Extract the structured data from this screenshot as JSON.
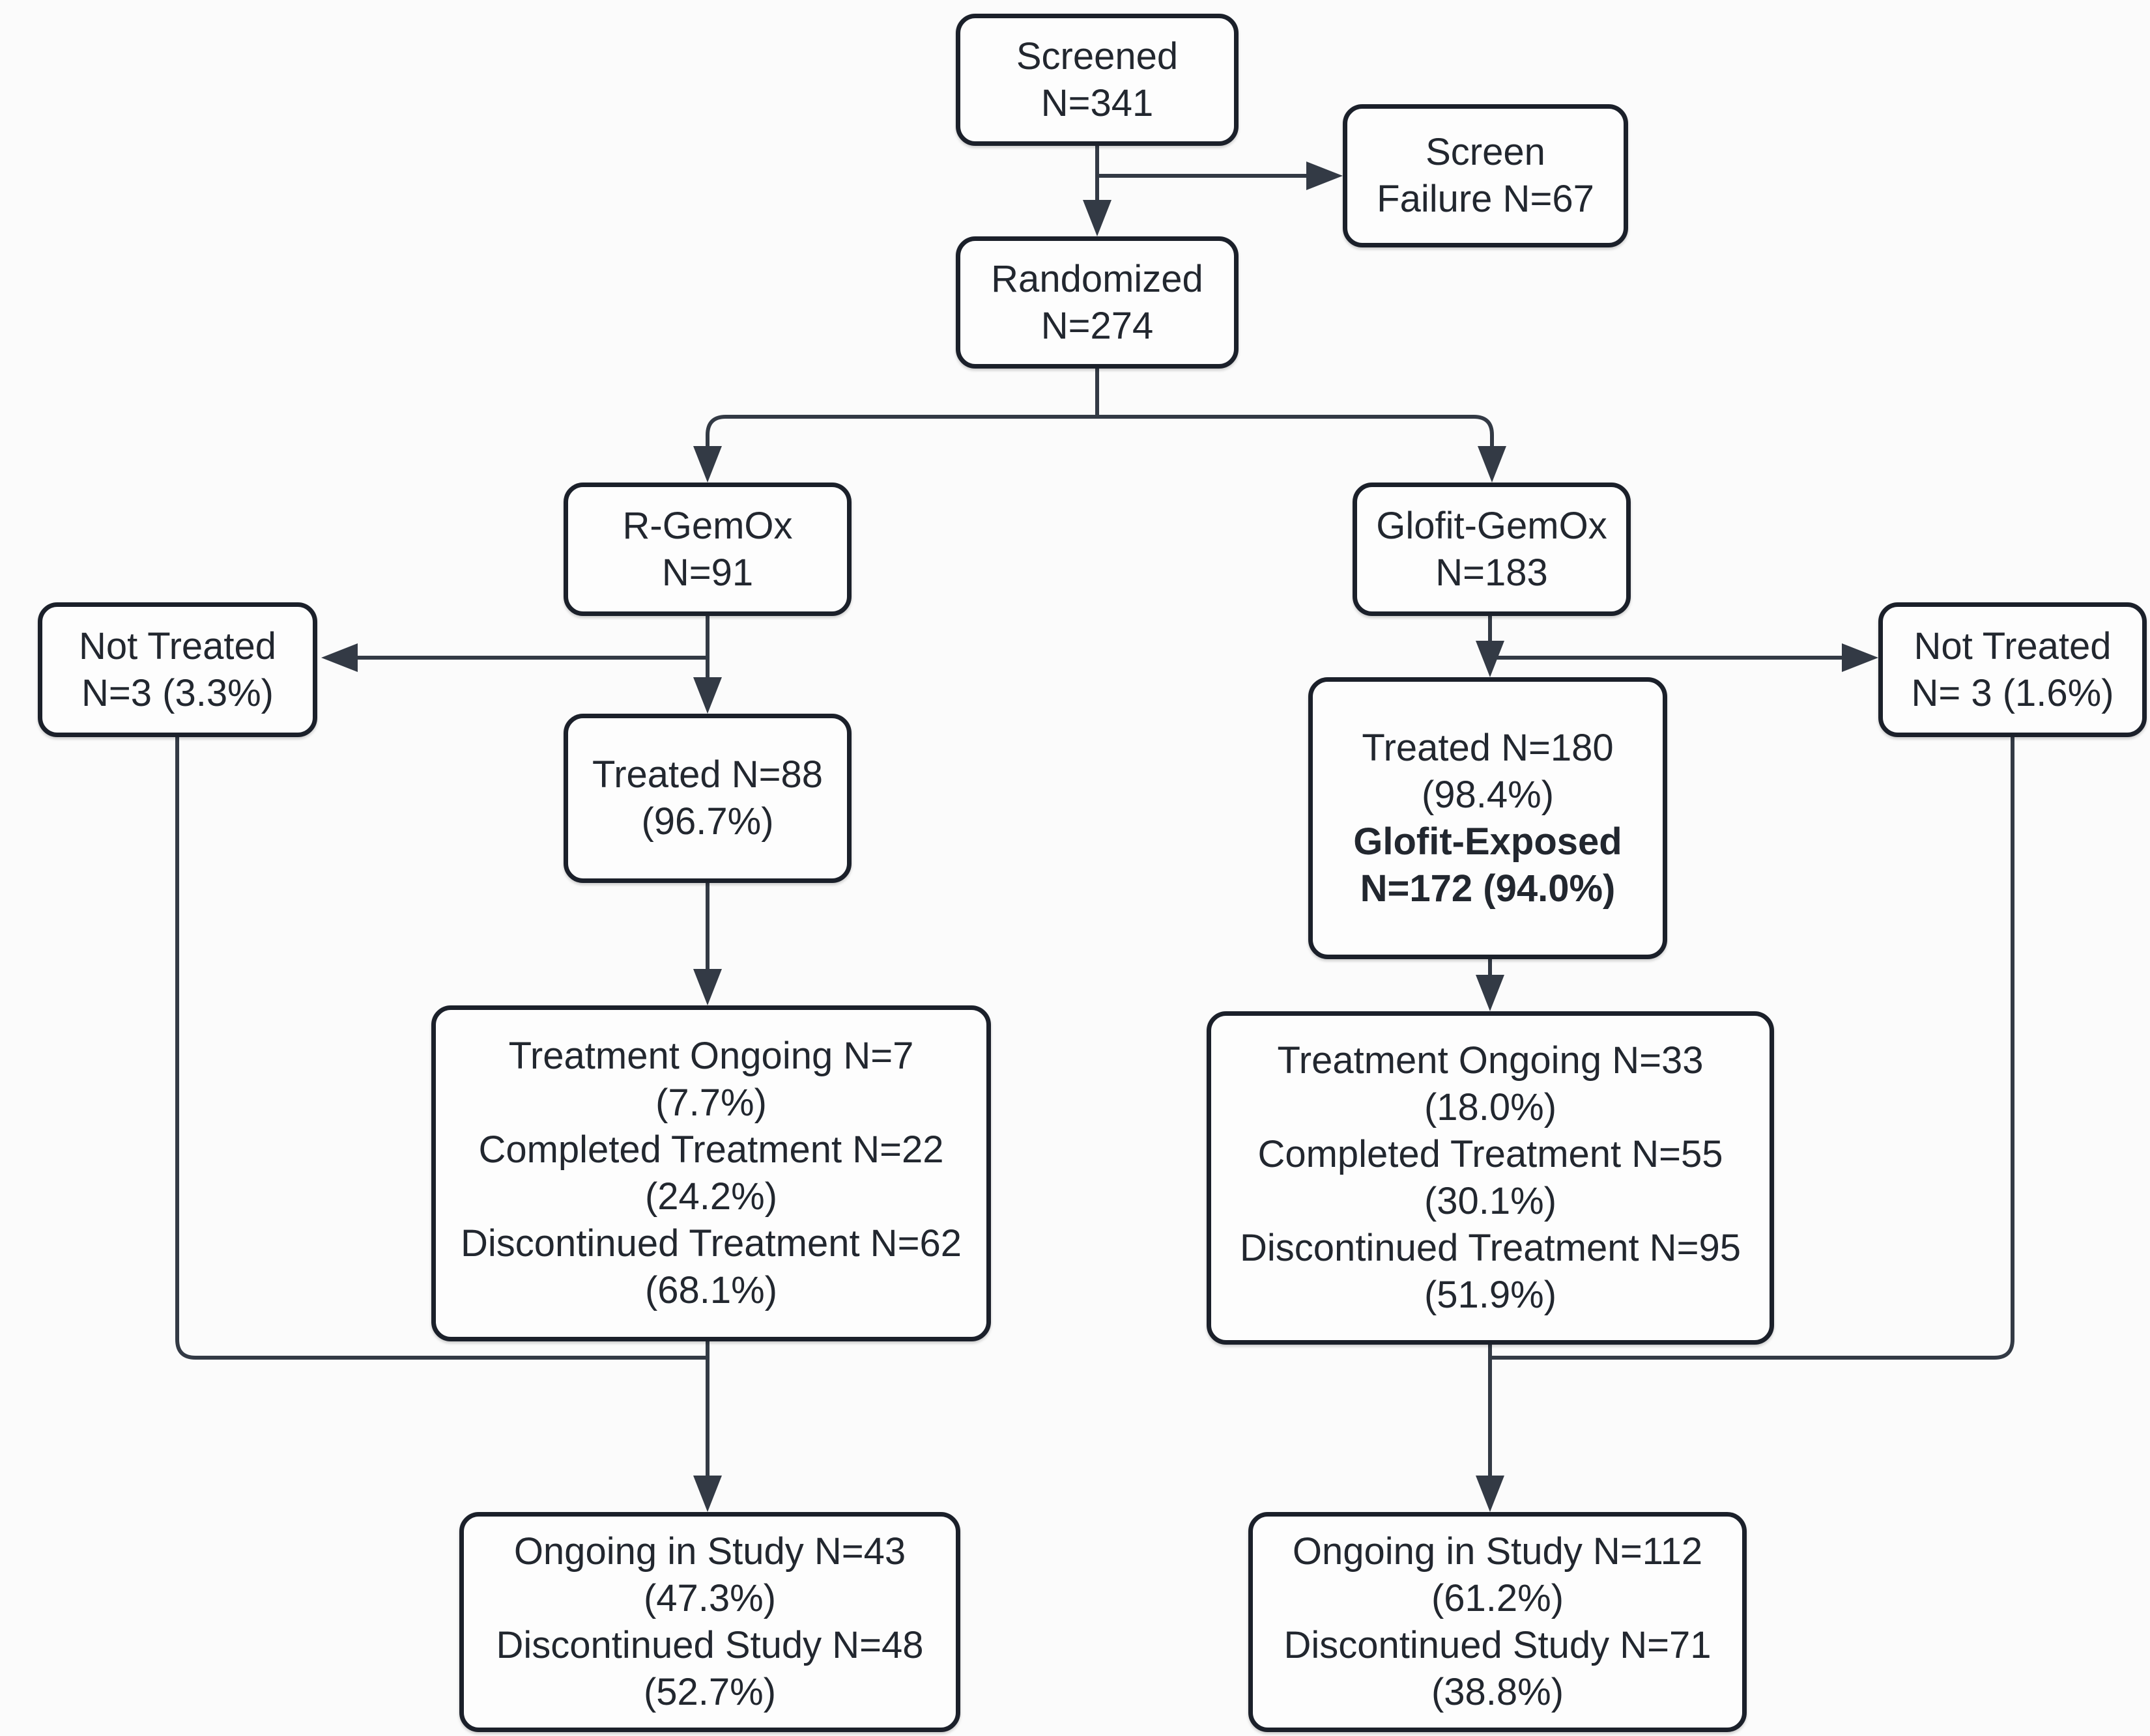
{
  "diagram": {
    "type": "consort-flowchart",
    "colors": {
      "background": "#fbfbfb",
      "box_fill": "#fdfdfd",
      "box_border": "#1b202a",
      "connector_line": "#333a45",
      "text": "#22272f"
    },
    "boxes": {
      "screened": {
        "lines": [
          "Screened",
          "N=341"
        ]
      },
      "screen_failure": {
        "lines": [
          "Screen",
          "Failure N=67"
        ]
      },
      "randomized": {
        "lines": [
          "Randomized",
          "N=274"
        ]
      },
      "r_gemox": {
        "lines": [
          "R-GemOx",
          "N=91"
        ]
      },
      "glofit_gemox": {
        "lines": [
          "Glofit-GemOx",
          "N=183"
        ]
      },
      "not_treated_left": {
        "lines": [
          "Not Treated",
          "N=3 (3.3%)"
        ]
      },
      "not_treated_right": {
        "lines": [
          "Not Treated",
          "N= 3 (1.6%)"
        ]
      },
      "treated_left": {
        "lines": [
          "Treated N=88",
          "(96.7%)"
        ]
      },
      "treated_right": {
        "lines": [
          "Treated N=180",
          "(98.4%)",
          "Glofit-Exposed",
          "N=172 (94.0%)"
        ]
      },
      "outcome_left": {
        "lines": [
          "Treatment Ongoing N=7",
          "(7.7%)",
          "Completed Treatment N=22",
          "(24.2%)",
          "Discontinued Treatment N=62",
          "(68.1%)"
        ]
      },
      "outcome_right": {
        "lines": [
          "Treatment Ongoing N=33",
          "(18.0%)",
          "Completed Treatment N=55",
          "(30.1%)",
          "Discontinued Treatment N=95",
          "(51.9%)"
        ]
      },
      "study_left": {
        "lines": [
          "Ongoing in Study N=43",
          "(47.3%)",
          "Discontinued Study N=48",
          "(52.7%)"
        ]
      },
      "study_right": {
        "lines": [
          "Ongoing in Study N=112",
          "(61.2%)",
          "Discontinued Study N=71",
          "(38.8%)"
        ]
      }
    }
  }
}
